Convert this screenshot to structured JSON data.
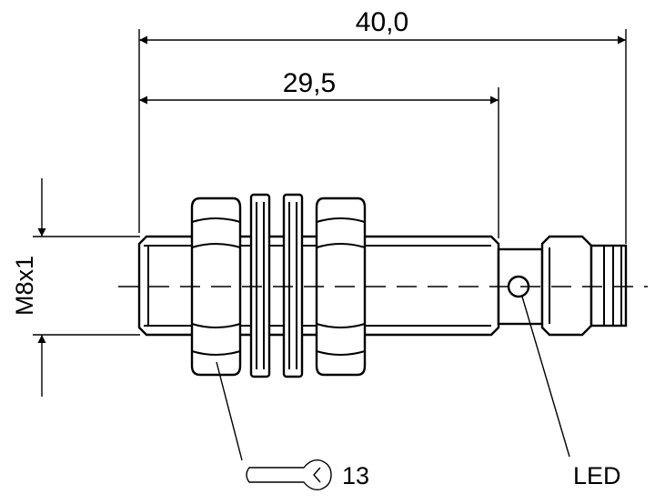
{
  "dimensions": {
    "overall_length": "40,0",
    "thread_length": "29,5",
    "thread": "M8x1"
  },
  "callouts": {
    "wrench_size": "13",
    "led": "LED"
  },
  "colors": {
    "line": "#000000",
    "background": "#ffffff"
  }
}
